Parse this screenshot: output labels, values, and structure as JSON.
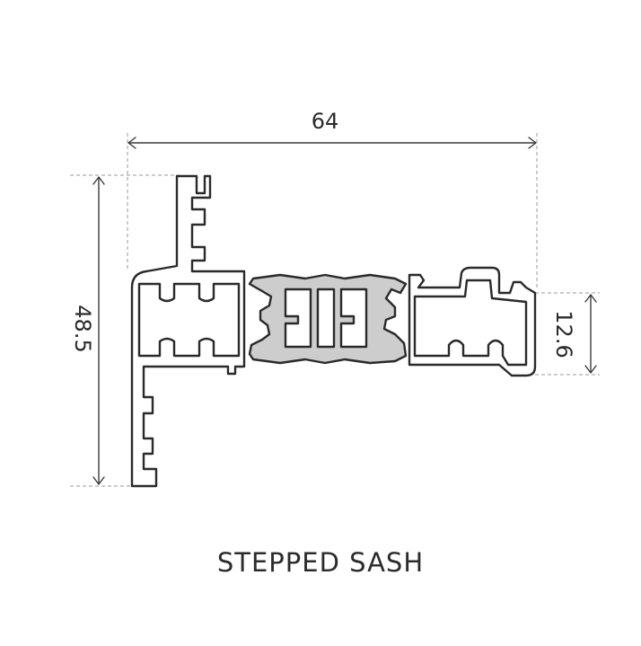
{
  "dimensions": {
    "width": "64",
    "height": "48.5",
    "step": "12.6"
  },
  "caption": "STEPPED SASH"
}
